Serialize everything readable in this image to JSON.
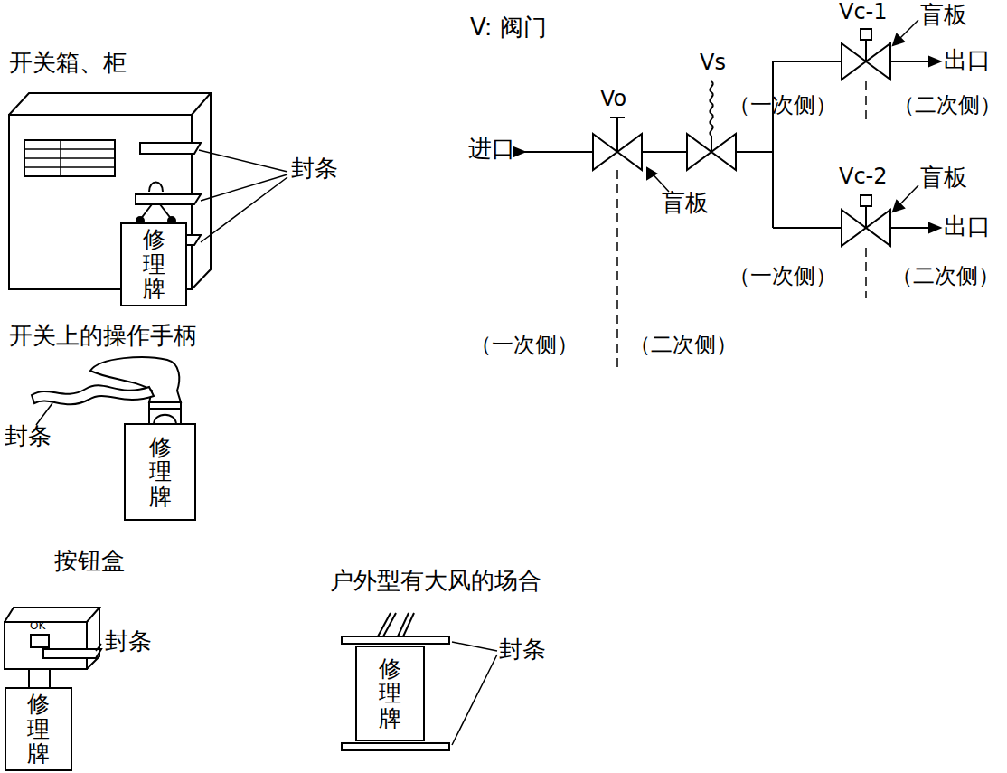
{
  "diagram": {
    "nodes": [
      {
        "text": [
          "修理牌"
        ]
      },
      {
        "text": [
          "修理牌"
        ]
      },
      {
        "text": [
          "修理牌"
        ]
      },
      {
        "text": [
          "修理牌"
        ]
      }
    ],
    "labels": [
      "开关箱、柜",
      "封条",
      "开关上的操作手柄",
      "封条",
      "按钮盒",
      "OK",
      "封条",
      "户外型有大风的场合",
      "封条",
      "V: 阀门",
      "Vc-1",
      "盲板",
      "Vs",
      "Vo",
      "（一次侧）",
      "（二次侧）",
      "出口",
      "进口",
      "盲板",
      "Vc-2",
      "盲板",
      "出口",
      "（一次侧）",
      "（二次侧）",
      "（一次侧）",
      "（二次侧）"
    ]
  }
}
